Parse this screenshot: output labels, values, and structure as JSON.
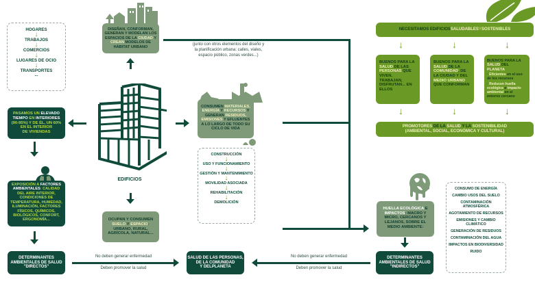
{
  "places_list": {
    "items": [
      "HOGARES",
      "TRABAJOS",
      "COMERCIOS",
      "LUGARES DE OCIO",
      "TRANSPORTES"
    ],
    "ellipsis": "..."
  },
  "indoor_time": {
    "part1": "PASAMOS UN ",
    "part2": "ELEVADO",
    "part3": "TIEMPO",
    "part4": " EN ",
    "part5": "INTERIORES",
    "part6": "(90-95%) Y DE ÉL, UN 60%",
    "part7": "EN EL INTERIOR",
    "part8": "DE VIVIENDAS"
  },
  "exposure": {
    "part1": "EXPOSICIÓN A ",
    "part2": "FACTORES AMBIENTALES",
    "part3": ": CALIDAD DEL AIRE INTERIOR, CONDICIONES DE TEMPERATURA, HUMEDAD, ILUMINACIÓN, FACTORES FÍSICOS, QUÍMICOS, BIOLÓGICOS, CONFORT, ERGONOMÍA..."
  },
  "direct_determinants": {
    "line1": "DETERMINANTES",
    "line2": "AMBIENTALES DE SALUD",
    "line3": "\"DIRECTOS\""
  },
  "design_box": {
    "part1": "DISEÑAN, CONFORMAN, GENERAN Y MODELAN LOS ESPACIOS DE LA ",
    "part2": "CIUDAD",
    "part3": " Y ",
    "part4": "CREAN",
    "part5": " MODELOS DE HÁBITAT URBANO"
  },
  "buildings_label": "EDIFICIOS",
  "design_note": "(junto con otros elementos del diseño y la planificación urbana: calles, viales, espacio público, zonas verdes...)",
  "consume_box": {
    "part1": "CONSUMEN ",
    "part2": "MATERIALES",
    "part3": ", ENERGÍA ",
    "part4": "Y",
    "part5": " RECURSOS ",
    "part6": "Y",
    "part7": " GENERAN ",
    "part8": "RESIDUOS",
    "part9": ", EMISIONES ",
    "part10": "Y",
    "part11": " EFLUENTES A LO LARGO DE TODO SU CICLO DE VIDA"
  },
  "lifecycle": {
    "items": [
      "CONSTRUCCIÓN",
      "USO Y FUNCIONAMIENTO",
      "GESTIÓN Y MANTENIMIENTO",
      "MOVILIDAD ASOCIADA",
      "REHABILITACIÓN",
      "DEMOLICIÓN"
    ]
  },
  "land_box": {
    "part1": "OCUPAN Y CONSUMEN",
    "part2": "SUELO",
    "part3": " Y ",
    "part4": "ESPACIO",
    "part5": ": URBANO, RURAL, AGRÍCOLA, NATURAL..."
  },
  "health_center": {
    "line1": "SALUD DE LAS PERSONAS,",
    "line2": "DE LA COMUNIDAD",
    "line3": "Y DELPLANETA"
  },
  "arrow_labels": {
    "left_top": "No deben generar enfermedad",
    "left_bottom": "Deben promover la salud",
    "right_top": "No deben generar enfermedad",
    "right_bottom": "Deben promover la salud"
  },
  "need_banner": {
    "part1": "NECESITAMOS EDIFICIOS ",
    "part2": "SALUDABLES",
    "part3": " Y ",
    "part4": "SOSTENIBLES"
  },
  "good_people": {
    "part1": "BUENOS PARA LA ",
    "part2": "SALUD",
    "part3": " DE LAS ",
    "part4": "PERSONAS",
    "part5": " QUE VIVEN, TRABAJAN, DISFRUTAN... EN ELLOS"
  },
  "good_community": {
    "part1": "BUENOS PARA LA ",
    "part2": "SALUD",
    "part3": " DE LA ",
    "part4": "COMUNIDAD",
    "part5": ", DE LA CIUDAD Y DEL ",
    "part6": "MEDIO URBANO",
    "part7": " QUE CONFORMAN"
  },
  "good_planet": {
    "part1": "BUENOS PARA LA ",
    "part2": "SALUD",
    "part3": " DEL ",
    "part4": "PLANETA",
    "bullets": [
      {
        "a": "Eficientes",
        "b": " en el uso de los recursos"
      },
      {
        "a": "Reducen huella ecológica",
        "c": " e ",
        "d": "impacto ambiental",
        "b": " en el entorno cercano"
      }
    ]
  },
  "promoters": {
    "part1": "PROMOTORES",
    "part2": " DE LA ",
    "part3": "SALUD",
    "part4": " Y LA ",
    "part5": "SOSTENIBILIDAD",
    "line2": "(AMBIENTAL, SOCIAL, ECONÓMICA Y CULTURAL)"
  },
  "footprint_box": {
    "part1": "HUELLA ECOLÓGICA",
    "part2": " E ",
    "part3": "IMPACTOS",
    "part4": ": MACRO Y MICRO, CERCANOS Y LEJANOS, SOBRE EL MEDIO AMBIENTE:"
  },
  "impacts_list": {
    "items": [
      "CONSUMO DE ENERGÍA",
      "CAMBIO USOS DEL SUELO",
      "CONTAMINACIÓN ATMOSFÉRICA",
      "AGOTAMIENTO DE RECURSOS",
      "EMISIONES Y CAMBIO CLIMÁTICO",
      "GENERACIÓN DE RESIDUOS",
      "CONTAMINACIÓN DEL AGUA",
      "IMPACTOS EN BIODIVERSIDAD",
      "RUIDO"
    ]
  },
  "indirect_determinants": {
    "line1": "DETERMINANTES",
    "line2": "AMBIENTALES DE SALUD",
    "line3": "\"INDIRECTOS\""
  },
  "colors": {
    "dark_green": "#0f4a3a",
    "sage_green": "#7f9a78",
    "lime_green": "#6a9a25",
    "highlight_lime": "#b5d84a"
  }
}
